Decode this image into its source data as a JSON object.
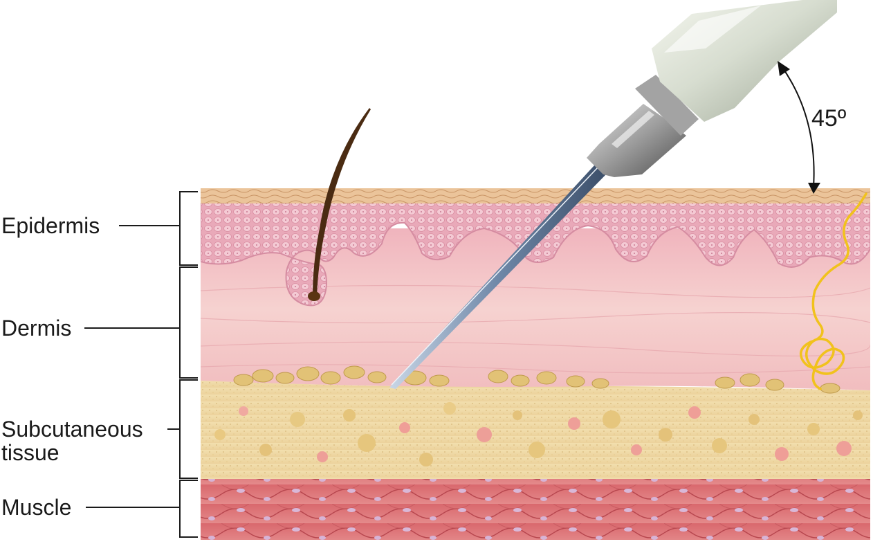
{
  "labels": {
    "epidermis": "Epidermis",
    "dermis": "Dermis",
    "subcutaneous_line1": "Subcutaneous",
    "subcutaneous_line2": "tissue",
    "muscle": "Muscle",
    "angle": "45º"
  },
  "colors": {
    "stratum_corneum": "#e9bf94",
    "epidermis": "#e8a8b8",
    "dermis": "#f4c8c8",
    "fat": "#f1dcaa",
    "fat_globule": "#e2c276",
    "muscle": "#e07f82",
    "nerve": "#f1c21c",
    "hair": "#4a2b12",
    "needle": "#6f88a8",
    "syringe": "#d8ddd2"
  }
}
